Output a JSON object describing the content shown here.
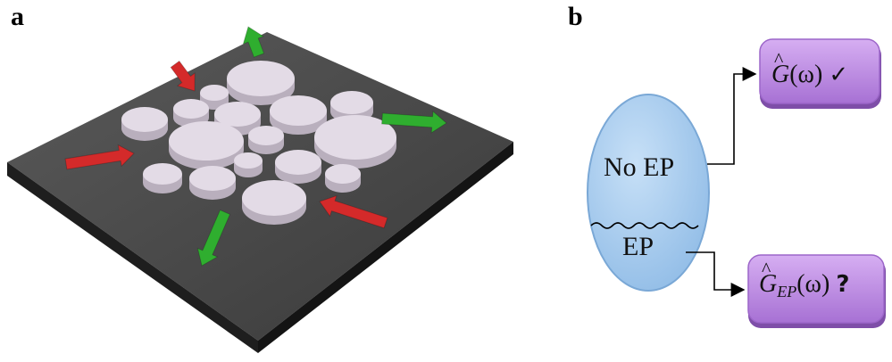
{
  "panels": {
    "a_label": "a",
    "b_label": "b"
  },
  "diagram_b": {
    "ellipse_top_text": "No EP",
    "ellipse_bottom_text": "EP",
    "box1": {
      "symbol": "G",
      "argument": "(ω)",
      "mark": "✓"
    },
    "box2": {
      "symbol": "G",
      "subscript": "EP",
      "argument": "(ω)",
      "mark": "?"
    }
  },
  "colors": {
    "slab_top": "#4a4a4a",
    "slab_side": "#1e1e1e",
    "disk_top": "#e3dbe6",
    "disk_side": "#b9afbd",
    "arrow_in": "#d42a2a",
    "arrow_out": "#2fae2f",
    "ellipse_fill": "#a9cdef",
    "box_fill": "#c08be6"
  }
}
